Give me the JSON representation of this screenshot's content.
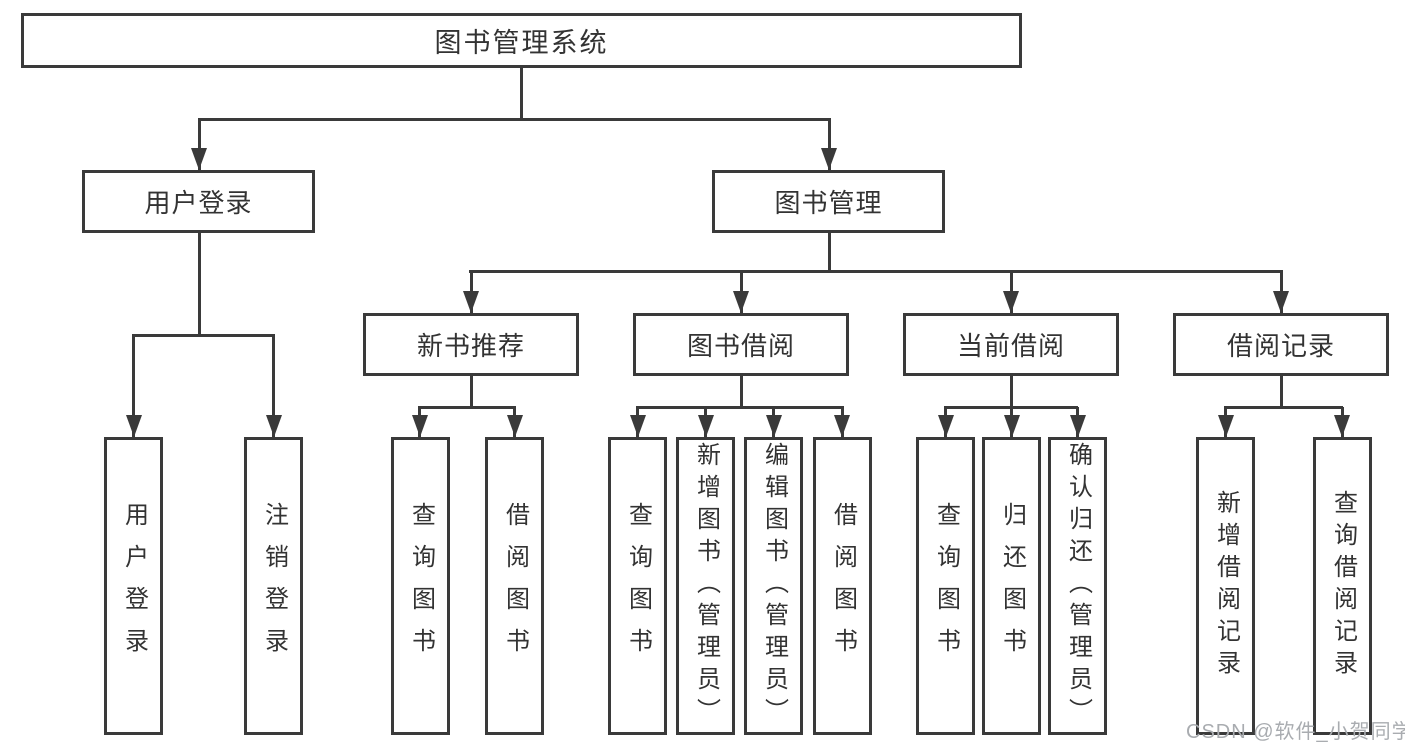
{
  "diagram": {
    "root_label": "图书管理系统",
    "branches": [
      {
        "label": "用户登录",
        "children": [
          {
            "label": "用户登录"
          },
          {
            "label": "注销登录"
          }
        ]
      },
      {
        "label": "图书管理",
        "children": [
          {
            "label": "新书推荐",
            "children": [
              {
                "label": "查询图书"
              },
              {
                "label": "借阅图书"
              }
            ]
          },
          {
            "label": "图书借阅",
            "children": [
              {
                "label": "查询图书"
              },
              {
                "label": "新增图书（管理员）"
              },
              {
                "label": "编辑图书（管理员）"
              },
              {
                "label": "借阅图书"
              }
            ]
          },
          {
            "label": "当前借阅",
            "children": [
              {
                "label": "查询图书"
              },
              {
                "label": "归还图书"
              },
              {
                "label": "确认归还（管理员）"
              }
            ]
          },
          {
            "label": "借阅记录",
            "children": [
              {
                "label": "新增借阅记录"
              },
              {
                "label": "查询借阅记录"
              }
            ]
          }
        ]
      }
    ]
  },
  "watermark": {
    "text": "CSDN @软件_小贺同学"
  },
  "colors": {
    "line": "#3a3a3a",
    "text": "#333333",
    "background": "#ffffff",
    "watermark": "#a9acb0"
  }
}
